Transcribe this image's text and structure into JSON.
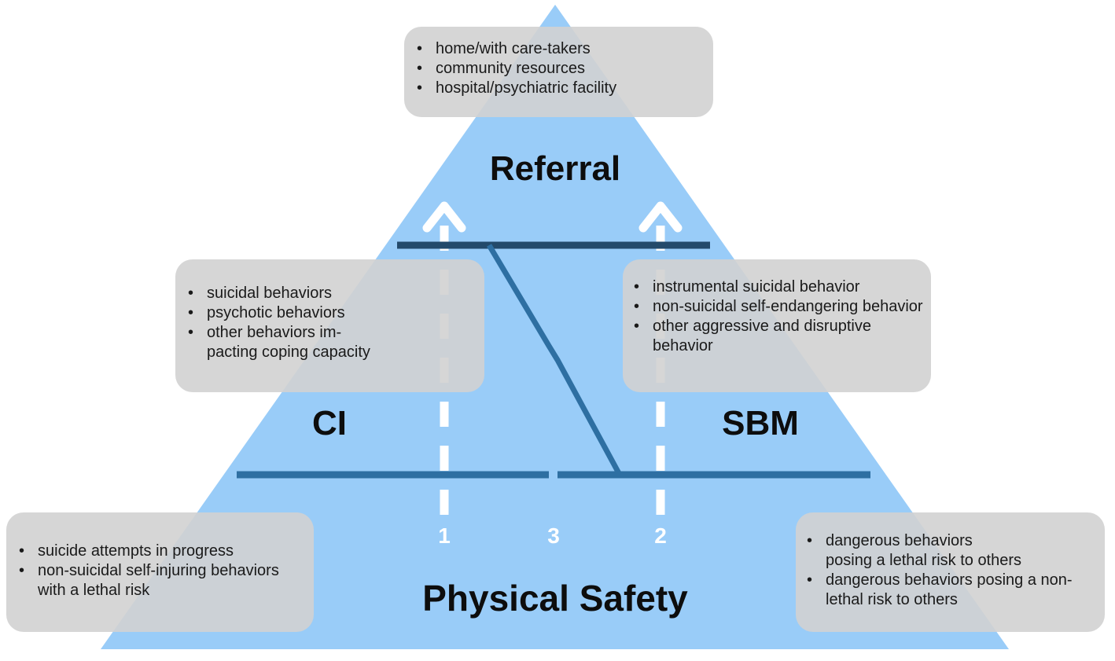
{
  "levels": {
    "top": "Referral",
    "left": "CI",
    "right": "SBM",
    "bottom": "Physical Safety"
  },
  "paths": {
    "p1": "1",
    "p2": "2",
    "p3": "3"
  },
  "boxes": {
    "referral": [
      "home/with care-takers",
      "community resources",
      "hospital/psychiatric facility"
    ],
    "ci": [
      "suicidal behaviors",
      "psychotic behaviors",
      "other behaviors im-\npacting coping capacity"
    ],
    "sbm": [
      "instrumental suicidal behavior",
      "non-suicidal self-endangering behavior",
      "other aggressive and disruptive behavior"
    ],
    "safety_left": [
      "suicide attempts in progress",
      "non-suicidal self-injuring behaviors with a lethal risk"
    ],
    "safety_right": [
      "dangerous behaviors\nposing a lethal risk to others",
      "dangerous behaviors posing a non-lethal risk to others"
    ]
  },
  "colors": {
    "pyramid": "#99ccf8",
    "line": "#2e6fa2",
    "arrow": "#ffffff",
    "box": "#d2d2d2"
  }
}
